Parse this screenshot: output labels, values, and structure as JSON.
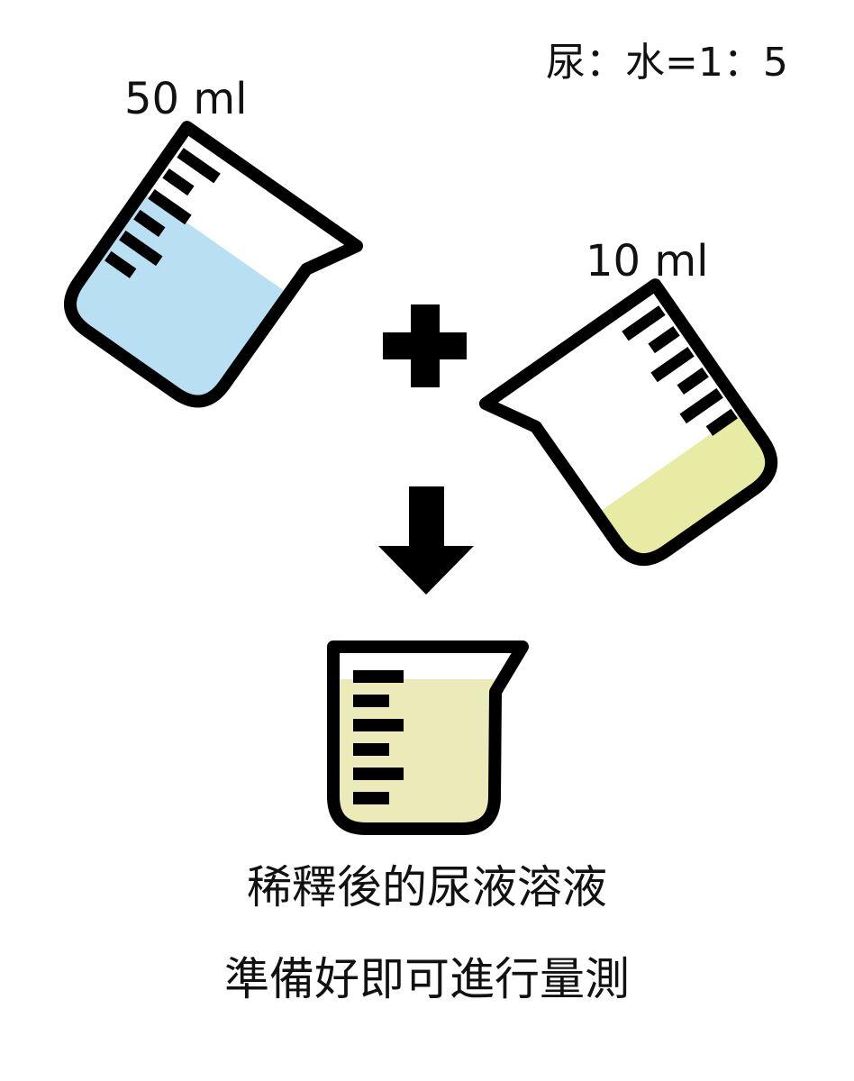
{
  "ratio_text": "尿：水=1：5",
  "beakers": {
    "water": {
      "volume": "50 ml",
      "liquid_color": "#b9e0f2"
    },
    "urine": {
      "volume": "10 ml",
      "liquid_color": "#e8eba4"
    },
    "diluted": {
      "liquid_color": "#eceab8"
    }
  },
  "symbols": {
    "plus": "plus-icon",
    "arrow": "arrow-down-icon"
  },
  "caption": {
    "line1": "稀釋後的尿液溶液",
    "line2": "準備好即可進行量測"
  }
}
